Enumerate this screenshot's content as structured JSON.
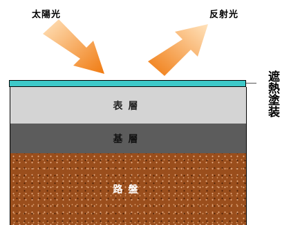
{
  "labels": {
    "sunlight": "太陽光",
    "reflected_light": "反射光",
    "coating": "遮熱塗装"
  },
  "layers": {
    "surface": "表層",
    "base": "基層",
    "roadbed": "路盤"
  },
  "colors": {
    "arrow_light": "#ffd9a6",
    "arrow_dark": "#f07a10",
    "coating": "#3ec9c9",
    "surface": "#d4d4d4",
    "base": "#5c5c5c",
    "roadbed": "#9a4e1c"
  }
}
